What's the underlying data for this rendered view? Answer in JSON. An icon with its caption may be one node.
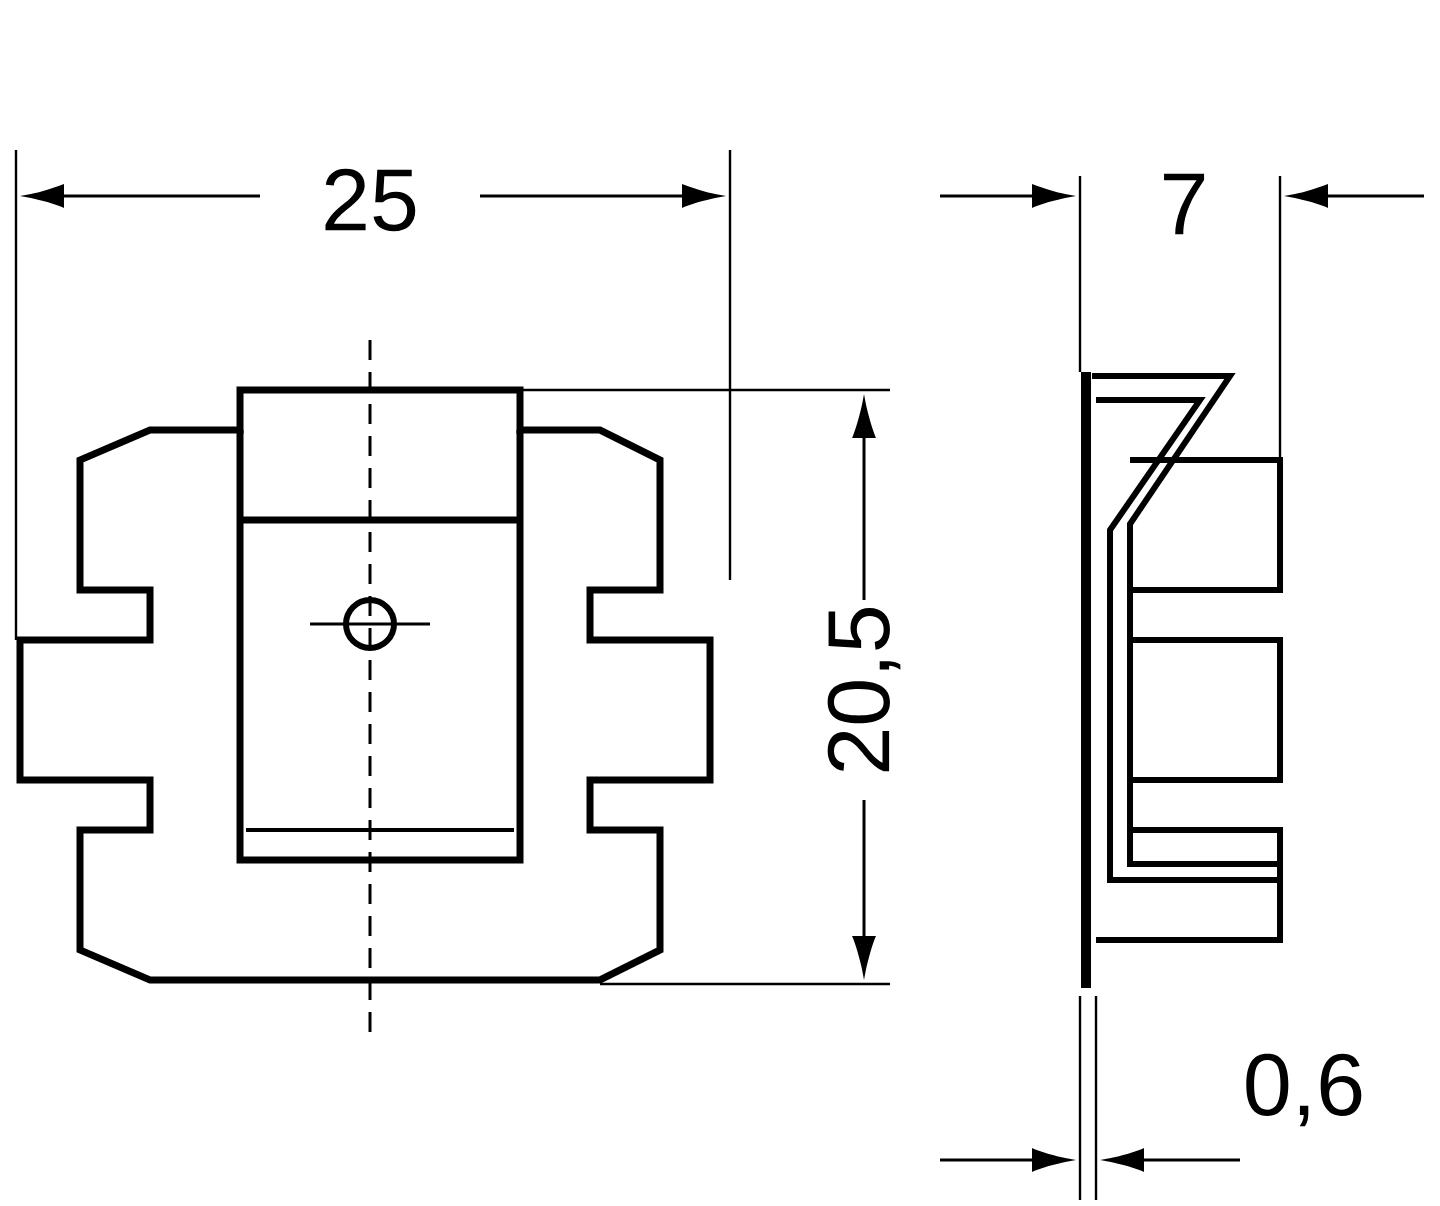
{
  "diagram": {
    "labels": [
      "25",
      "7",
      "20,5",
      "0,6"
    ]
  }
}
